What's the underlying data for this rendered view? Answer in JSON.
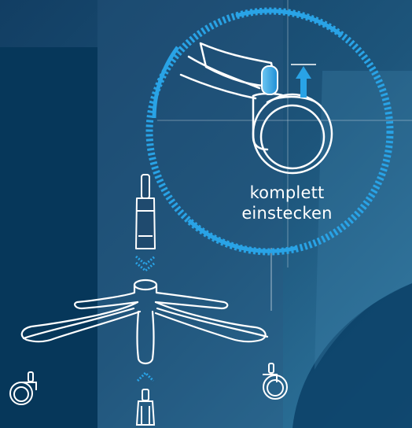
{
  "callout": {
    "line1": "komplett",
    "line2": "einstecken"
  },
  "colors": {
    "background_dark": "#06375a",
    "background_mid": "#1f4a6e",
    "background_light": "#3a6f92",
    "accent_blue": "#29a3e6",
    "line_white": "#ffffff"
  },
  "icons": [
    "gas-lift-cylinder",
    "chair-base-star",
    "caster-wheel",
    "insert-arrow",
    "zoom-callout-circle"
  ]
}
